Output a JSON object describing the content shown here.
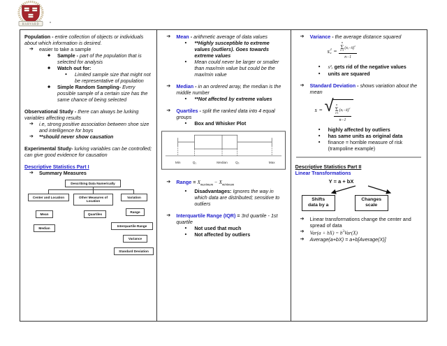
{
  "colors": {
    "accent_blue": "#2222cc",
    "crest_red": "#a5262c",
    "border": "#333333",
    "divider_gray": "#aaaaaa"
  },
  "logo": {
    "banner": "HARVARD"
  },
  "boxplot": {
    "labels": [
      "Min",
      "Q₁",
      "Median",
      "Q₃",
      "Max"
    ]
  },
  "flowchart": {
    "root": "Describing Data Numerically",
    "center": "Center and Location",
    "other": "Other Measures of Location",
    "variation": "Variation",
    "mean": "Mean",
    "median": "Median",
    "quartiles": "Quartiles",
    "range": "Range",
    "iqr": "Interquartile Range",
    "variance": "Variance",
    "stddev": "Standard Deviation"
  },
  "formulas": {
    "variance": {
      "lhs": "s",
      "sup": "2",
      "sub": "x",
      "eq": "=",
      "sum_top": "n",
      "sigma": "Σ",
      "sum_bot": "i=1",
      "expr": "(xᵢ−x̄)",
      "expr_sup": "2",
      "den": "n−1"
    },
    "stddev": {
      "lhs": "s",
      "eq": "=",
      "sum_top": "n",
      "sigma": "Σ",
      "sum_bot": "i=1",
      "expr": "(xᵢ−x̄)",
      "expr_sup": "2",
      "den": "n−1"
    }
  },
  "transform": {
    "formula": "Y = a + bX",
    "left_box": "Shifts\ndata by a",
    "right_box": "Changes\nscale"
  },
  "col1": {
    "blocks": [
      {
        "k": "p",
        "s": [
          [
            "Population - ",
            "b"
          ],
          [
            "entire collection of objects or individuals about which information is desired.",
            "i"
          ]
        ]
      },
      {
        "k": "li",
        "lvl": 1,
        "m": "arrow",
        "s": [
          [
            "easier to take a sample",
            "r"
          ]
        ]
      },
      {
        "k": "li",
        "lvl": 2,
        "m": "diamond",
        "s": [
          [
            "Sample - ",
            "b"
          ],
          [
            "part of the population that is selected for analysis",
            "i"
          ]
        ]
      },
      {
        "k": "li",
        "lvl": 2,
        "m": "diamond",
        "s": [
          [
            "Watch out for:",
            "b"
          ]
        ]
      },
      {
        "k": "li",
        "lvl": 3,
        "m": "dot",
        "s": [
          [
            "Limited sample size that might not be representative of population",
            "i"
          ]
        ]
      },
      {
        "k": "li",
        "lvl": 2,
        "m": "diamond",
        "s": [
          [
            "Simple Random Sampling- ",
            "b"
          ],
          [
            "Every possible sample of a certain size has the same chance of being selected",
            "i"
          ]
        ]
      },
      {
        "k": "gap"
      },
      {
        "k": "p",
        "s": [
          [
            "Observational Study - ",
            "b"
          ],
          [
            "there can always be lurking variables affecting results",
            "i"
          ]
        ]
      },
      {
        "k": "li",
        "lvl": 1,
        "m": "arrow",
        "s": [
          [
            "i.e, strong positive association between shoe size and intelligence for boys",
            "i"
          ]
        ]
      },
      {
        "k": "li",
        "lvl": 1,
        "m": "arrow",
        "s": [
          [
            "**should never show causation",
            "bi"
          ]
        ]
      },
      {
        "k": "gap"
      },
      {
        "k": "p",
        "s": [
          [
            "Experimental Study- ",
            "b"
          ],
          [
            "lurking variables can be controlled; can give good evidence for causation",
            "i"
          ]
        ]
      },
      {
        "k": "gap"
      },
      {
        "k": "p",
        "s": [
          [
            "Descriptive Statistics Part I",
            "hu"
          ]
        ]
      },
      {
        "k": "li",
        "lvl": 1,
        "m": "arrow",
        "s": [
          [
            "Summary Measures",
            "b"
          ]
        ]
      }
    ]
  },
  "col2": {
    "top": [
      {
        "k": "li",
        "lvl": 1,
        "m": "arrow",
        "s": [
          [
            "Mean",
            "hb"
          ],
          [
            " - ",
            "b"
          ],
          [
            "arithmetic average of data values",
            "i"
          ]
        ]
      },
      {
        "k": "li",
        "lvl": 2,
        "m": "dot",
        "s": [
          [
            "**Highly susceptible to extreme values (outliers). Goes towards extreme values",
            "bi"
          ]
        ]
      },
      {
        "k": "li",
        "lvl": 2,
        "m": "dot",
        "s": [
          [
            "Mean could never be larger or smaller than max/min value but could be the max/min value",
            "i"
          ]
        ]
      },
      {
        "k": "gap"
      },
      {
        "k": "li",
        "lvl": 1,
        "m": "arrow",
        "s": [
          [
            "Median",
            "hb"
          ],
          [
            " - ",
            "b"
          ],
          [
            "in an ordered array, the median is the middle number",
            "i"
          ]
        ]
      },
      {
        "k": "li",
        "lvl": 2,
        "m": "dot",
        "s": [
          [
            "**Not affected by extreme values",
            "bi"
          ]
        ]
      },
      {
        "k": "gap"
      },
      {
        "k": "li",
        "lvl": 1,
        "m": "arrow",
        "s": [
          [
            "Quartiles",
            "hb"
          ],
          [
            " - ",
            "b"
          ],
          [
            "split the ranked data into 4 equal groups",
            "i"
          ]
        ]
      },
      {
        "k": "li",
        "lvl": 2,
        "m": "dot",
        "s": [
          [
            "Box and Whisker Plot",
            "b"
          ]
        ]
      }
    ],
    "bottom": [
      {
        "k": "gap"
      },
      {
        "k": "li",
        "lvl": 1,
        "m": "arrow",
        "s": [
          [
            "Range",
            "hb"
          ],
          [
            " = ",
            "b"
          ],
          [
            "X",
            "m"
          ],
          [
            "maximum",
            "ms"
          ],
          [
            " − ",
            "m"
          ],
          [
            "X",
            "m"
          ],
          [
            "minimum",
            "ms"
          ]
        ]
      },
      {
        "k": "li",
        "lvl": 2,
        "m": "dot",
        "s": [
          [
            "Disadvantages: ",
            "b"
          ],
          [
            "Ignores the way in which data are distributed; sensitive to outliers",
            "i"
          ]
        ]
      },
      {
        "k": "gap"
      },
      {
        "k": "li",
        "lvl": 1,
        "m": "arrow",
        "s": [
          [
            "Interquartile Range (IQR)",
            "hb"
          ],
          [
            " = ",
            "b"
          ],
          [
            "3rd quartile - 1st quartile",
            "i"
          ]
        ]
      },
      {
        "k": "li",
        "lvl": 2,
        "m": "dot",
        "s": [
          [
            "Not used that much",
            "b"
          ]
        ]
      },
      {
        "k": "li",
        "lvl": 2,
        "m": "dot",
        "s": [
          [
            "Not affected by outliers",
            "b"
          ]
        ]
      }
    ]
  },
  "col3": {
    "variance_head": [
      {
        "k": "li",
        "lvl": 1,
        "m": "arrow",
        "s": [
          [
            "Variance",
            "hb"
          ],
          [
            " - ",
            "b"
          ],
          [
            "the average distance squared",
            "i"
          ]
        ]
      }
    ],
    "variance_bullets": [
      {
        "k": "li",
        "lvl": 2,
        "m": "dot",
        "s": [
          [
            "s²ₓ",
            "m"
          ],
          [
            " gets rid of the negative values",
            "b"
          ]
        ]
      },
      {
        "k": "li",
        "lvl": 2,
        "m": "dot",
        "s": [
          [
            "units are squared",
            "b"
          ]
        ]
      }
    ],
    "sd_head": [
      {
        "k": "gap"
      },
      {
        "k": "li",
        "lvl": 1,
        "m": "arrow",
        "s": [
          [
            "Standard Deviation",
            "hb"
          ],
          [
            " - ",
            "b"
          ],
          [
            "shows variation about the mean",
            "i"
          ]
        ]
      }
    ],
    "sd_bullets": [
      {
        "k": "li",
        "lvl": 2,
        "m": "dot",
        "s": [
          [
            "highly affected by outliers",
            "b"
          ]
        ]
      },
      {
        "k": "li",
        "lvl": 2,
        "m": "dot",
        "s": [
          [
            "has same units as original data",
            "b"
          ]
        ]
      },
      {
        "k": "li",
        "lvl": 2,
        "m": "dot",
        "s": [
          [
            "finance = horrible measure of risk (trampoline example)",
            "r"
          ]
        ]
      }
    ],
    "part2_headings": [
      {
        "k": "p",
        "s": [
          [
            "Descriptive Statistics Part II",
            "ku"
          ]
        ]
      },
      {
        "k": "p",
        "s": [
          [
            "Linear Transformations",
            "hb"
          ]
        ]
      }
    ],
    "final_bullets": [
      {
        "k": "li",
        "lvl": 1,
        "m": "arrow",
        "s": [
          [
            "Linear transformations change the center and spread of data",
            "r"
          ]
        ]
      },
      {
        "k": "li",
        "lvl": 1,
        "m": "arrow",
        "s": [
          [
            "Var(a + bX) = b",
            "m"
          ],
          [
            "2",
            "mp"
          ],
          [
            "Var(X)",
            "m"
          ]
        ]
      },
      {
        "k": "li",
        "lvl": 1,
        "m": "arrow",
        "s": [
          [
            "Average(a+bX) = a+b[Average(X)]",
            "i"
          ]
        ]
      }
    ]
  }
}
